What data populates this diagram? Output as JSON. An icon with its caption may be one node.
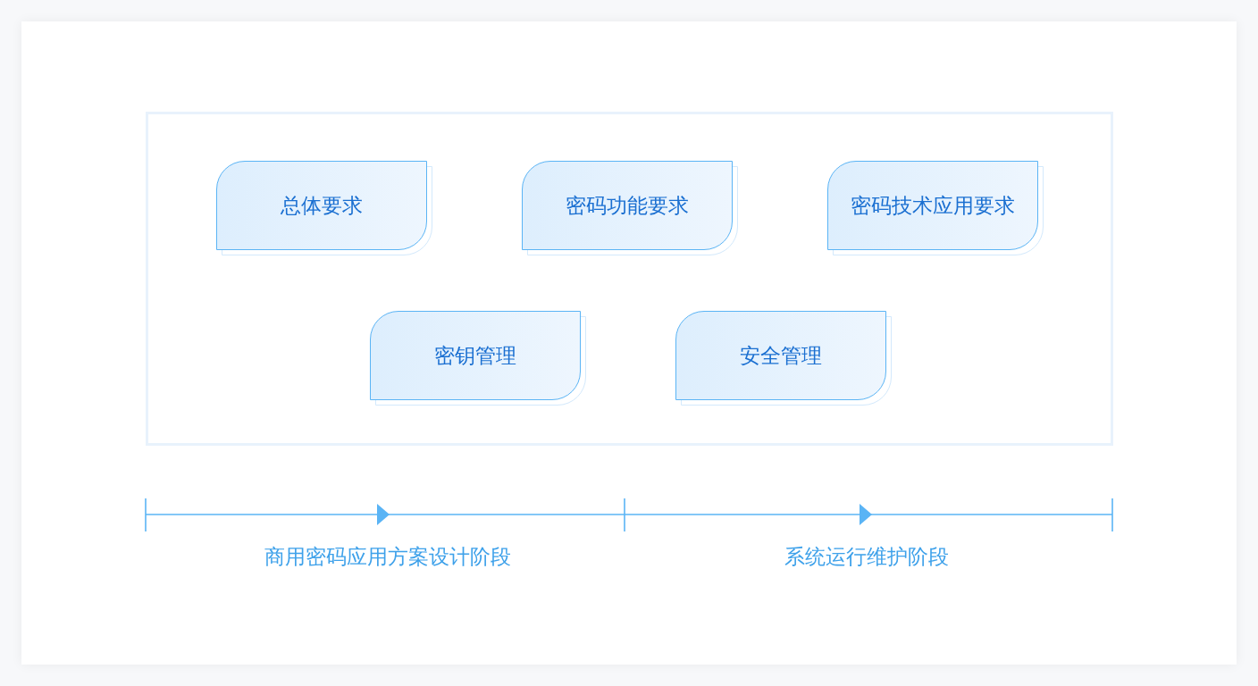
{
  "diagram": {
    "nodes": [
      {
        "text": [],
        "shape": "box"
      },
      {
        "text": [
          "总体要求"
        ],
        "in": 0
      },
      {
        "text": [
          "密码功能要求"
        ],
        "in": 0
      },
      {
        "text": [
          "密码技术应用要求"
        ],
        "in": 0
      },
      {
        "text": [
          "密钥管理"
        ],
        "in": 0
      },
      {
        "text": [
          "安全管理"
        ],
        "in": 0
      }
    ],
    "labels": [
      "商用密码应用方案设计阶段",
      "系统运行维护阶段"
    ]
  }
}
